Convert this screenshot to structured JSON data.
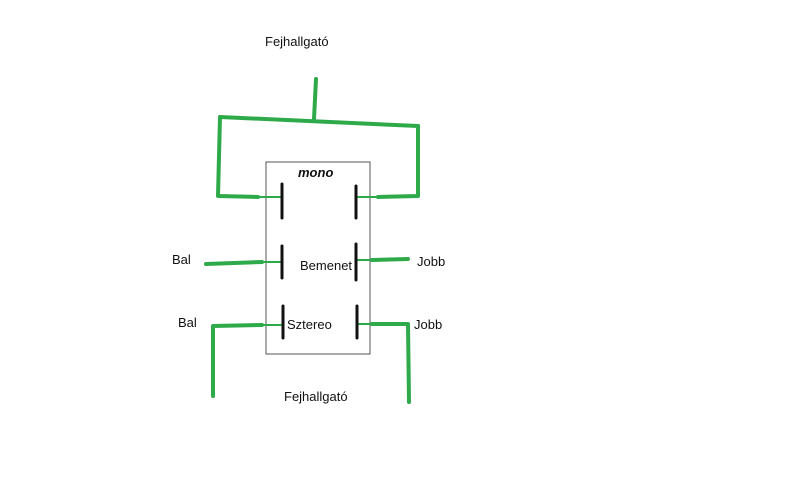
{
  "labels": {
    "top_headphone": "Fejhallgató",
    "bottom_headphone": "Fejhallgató",
    "switch_mode": "mono",
    "input": "Bemenet",
    "stereo": "Sztereo",
    "left_upper": "Bal",
    "left_lower": "Bal",
    "right_upper": "Jobb",
    "right_lower": "Jobb"
  },
  "colors": {
    "wire": "#2eaa4a",
    "pin": "#111111",
    "box_border": "#555555",
    "background": "#ffffff"
  }
}
